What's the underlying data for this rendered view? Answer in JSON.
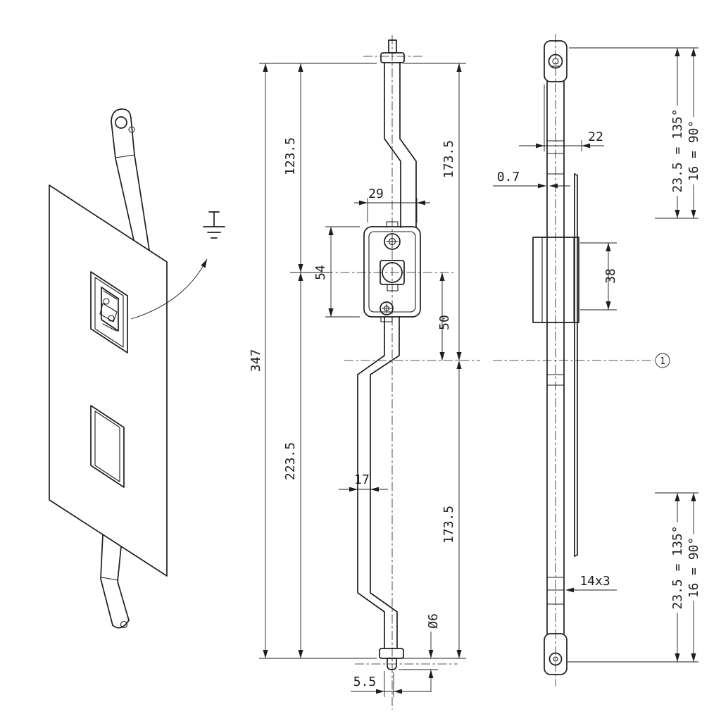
{
  "front": {
    "total": "347",
    "upper": "123.5",
    "lower": "223.5",
    "lock_height": "54",
    "lock_width": "29",
    "top_to_guide": "173.5",
    "center_to_guide": "50",
    "guide_to_bottom": "173.5",
    "rod_width": "17",
    "pin_diameter": "Ø6",
    "end_offset": "5.5"
  },
  "side": {
    "depth": "22",
    "sheet_thickness": "0.7",
    "body_height": "38",
    "bar_section": "14x3",
    "bend_top_length": "23.5 = 135°",
    "bend_top_angle": "16 = 90°",
    "bend_bottom_length": "23.5 = 135°",
    "bend_bottom_angle": "16 = 90°",
    "datum": "1"
  }
}
